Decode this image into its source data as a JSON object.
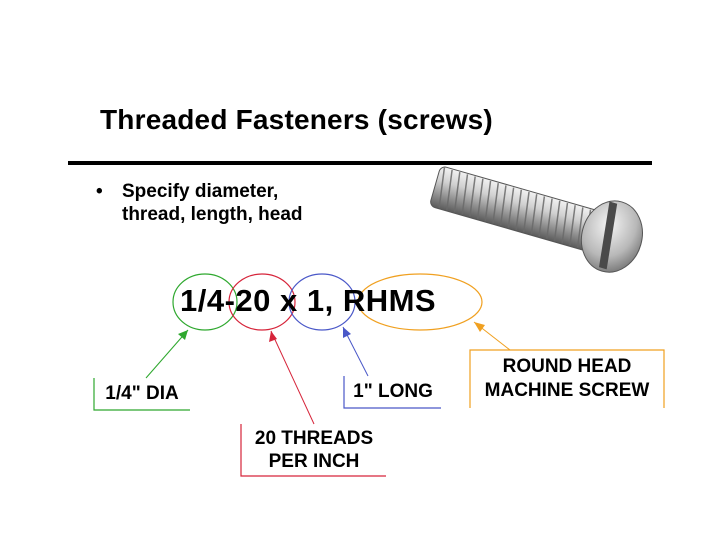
{
  "slide": {
    "title": "Threaded Fasteners (screws)",
    "bullet": {
      "line1": "Specify diameter,",
      "line2": "thread, length, head"
    },
    "spec_text": "1/4-20 x 1, RHMS"
  },
  "callouts": {
    "diameter": {
      "label": "1/4\" DIA",
      "color": "#2ea82e"
    },
    "threads": {
      "line1": "20 THREADS",
      "line2": "PER INCH",
      "color": "#d6243a"
    },
    "length": {
      "label": "1\" LONG",
      "color": "#4a58c8"
    },
    "head": {
      "line1": "ROUND HEAD",
      "line2": "MACHINE SCREW",
      "color": "#f0a020"
    }
  },
  "image": {
    "icon": "round-head-screw-icon"
  }
}
